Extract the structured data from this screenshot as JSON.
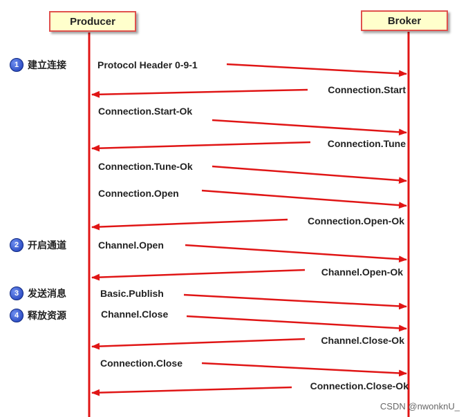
{
  "actors": {
    "producer": "Producer",
    "broker": "Broker"
  },
  "phases": [
    {
      "num": "1",
      "label": "建立连接"
    },
    {
      "num": "2",
      "label": "开启通道"
    },
    {
      "num": "3",
      "label": "发送消息"
    },
    {
      "num": "4",
      "label": "释放资源"
    }
  ],
  "messages": [
    {
      "label": "Protocol Header 0-9-1",
      "direction": "to-broker"
    },
    {
      "label": "Connection.Start",
      "direction": "to-producer"
    },
    {
      "label": "Connection.Start-Ok",
      "direction": "to-broker"
    },
    {
      "label": "Connection.Tune",
      "direction": "to-producer"
    },
    {
      "label": "Connection.Tune-Ok",
      "direction": "to-broker"
    },
    {
      "label": "Connection.Open",
      "direction": "to-broker"
    },
    {
      "label": "Connection.Open-Ok",
      "direction": "to-producer"
    },
    {
      "label": "Channel.Open",
      "direction": "to-broker"
    },
    {
      "label": "Channel.Open-Ok",
      "direction": "to-producer"
    },
    {
      "label": "Basic.Publish",
      "direction": "to-broker"
    },
    {
      "label": "Channel.Close",
      "direction": "to-broker"
    },
    {
      "label": "Channel.Close-Ok",
      "direction": "to-producer"
    },
    {
      "label": "Connection.Close",
      "direction": "to-broker"
    },
    {
      "label": "Connection.Close-Ok",
      "direction": "to-producer"
    }
  ],
  "colors": {
    "arrow": "#e01515",
    "box_border": "#e0504c",
    "box_fill": "#ffffcc"
  },
  "watermark": "CSDN @nwonknU_"
}
